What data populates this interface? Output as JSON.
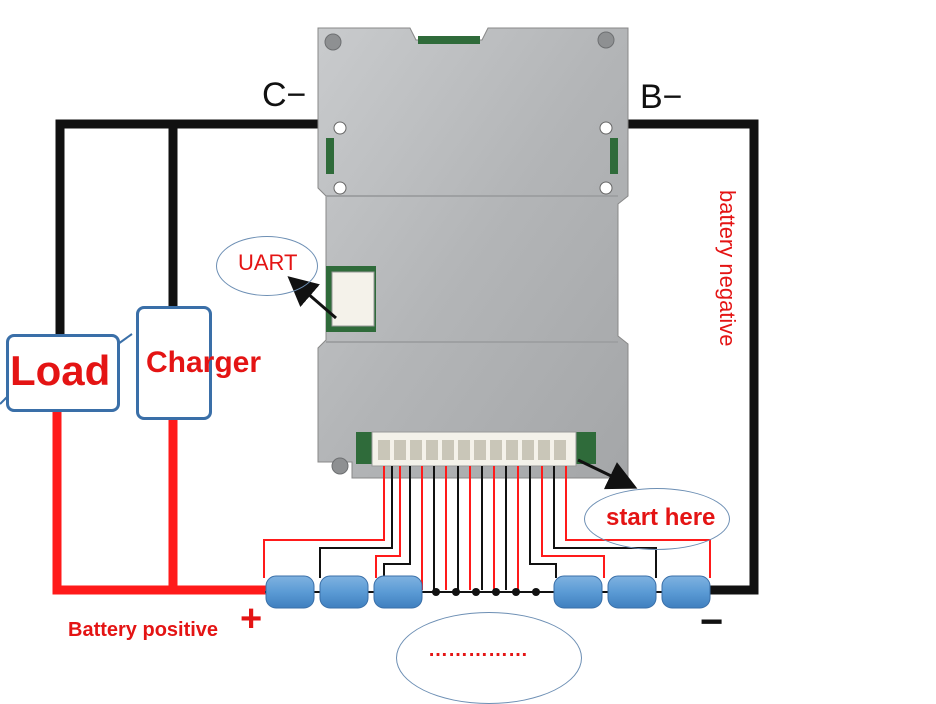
{
  "terminals": {
    "c_minus": "C−",
    "b_minus": "B−"
  },
  "labels": {
    "uart": "UART",
    "load": "Load",
    "charger": "Charger",
    "battery_negative": "battery negative",
    "start_here": "start here",
    "battery_positive": "Battery positive",
    "plus_sign": "+",
    "minus_sign": "−",
    "ellipsis": "……………"
  },
  "colors": {
    "positive_wire": "#ff1a1a",
    "negative_wire": "#111111",
    "cell": "#5b9bd5",
    "board": "#b7b9bb",
    "callout_border": "#3a6fa8",
    "label_red": "#e41414"
  }
}
